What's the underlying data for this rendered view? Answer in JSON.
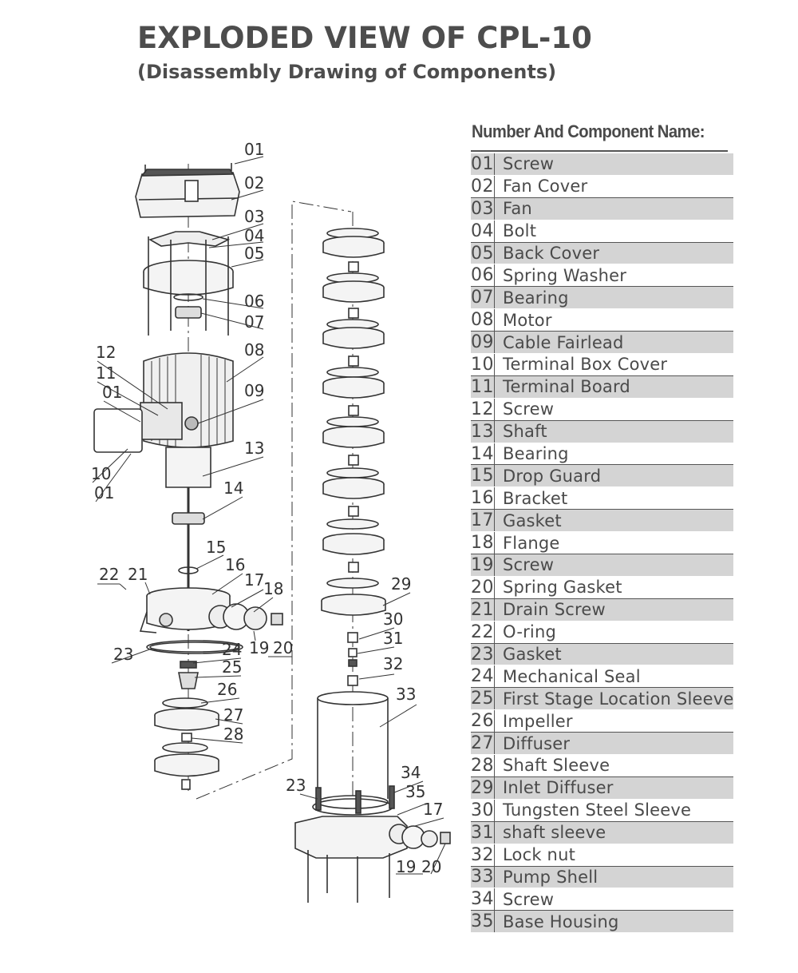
{
  "title": "EXPLODED VIEW OF CPL-10",
  "subtitle": "(Disassembly Drawing of Components)",
  "table": {
    "heading": "Number And Component Name:",
    "rows": [
      {
        "num": "01",
        "name": "Screw"
      },
      {
        "num": "02",
        "name": "Fan Cover"
      },
      {
        "num": "03",
        "name": "Fan"
      },
      {
        "num": "04",
        "name": "Bolt"
      },
      {
        "num": "05",
        "name": "Back Cover"
      },
      {
        "num": "06",
        "name": "Spring Washer"
      },
      {
        "num": "07",
        "name": "Bearing"
      },
      {
        "num": "08",
        "name": "Motor"
      },
      {
        "num": "09",
        "name": "Cable Fairlead"
      },
      {
        "num": "10",
        "name": "Terminal Box Cover"
      },
      {
        "num": "11",
        "name": "Terminal Board"
      },
      {
        "num": "12",
        "name": "Screw"
      },
      {
        "num": "13",
        "name": "Shaft"
      },
      {
        "num": "14",
        "name": "Bearing"
      },
      {
        "num": "15",
        "name": "Drop Guard"
      },
      {
        "num": "16",
        "name": "Bracket"
      },
      {
        "num": "17",
        "name": "Gasket"
      },
      {
        "num": "18",
        "name": "Flange"
      },
      {
        "num": "19",
        "name": "Screw"
      },
      {
        "num": "20",
        "name": "Spring Gasket"
      },
      {
        "num": "21",
        "name": "Drain Screw"
      },
      {
        "num": "22",
        "name": "O-ring"
      },
      {
        "num": "23",
        "name": "Gasket"
      },
      {
        "num": "24",
        "name": "Mechanical Seal"
      },
      {
        "num": "25",
        "name": "First Stage Location Sleeve"
      },
      {
        "num": "26",
        "name": "Impeller"
      },
      {
        "num": "27",
        "name": "Diffuser"
      },
      {
        "num": "28",
        "name": "Shaft Sleeve"
      },
      {
        "num": "29",
        "name": "Inlet Diffuser"
      },
      {
        "num": "30",
        "name": "Tungsten Steel Sleeve"
      },
      {
        "num": "31",
        "name": "shaft sleeve"
      },
      {
        "num": "32",
        "name": "Lock nut"
      },
      {
        "num": "33",
        "name": "Pump Shell"
      },
      {
        "num": "34",
        "name": "Screw"
      },
      {
        "num": "35",
        "name": "Base Housing"
      }
    ]
  },
  "callouts": {
    "c01a": "01",
    "c02": "02",
    "c03": "03",
    "c04": "04",
    "c05": "05",
    "c06": "06",
    "c07": "07",
    "c08": "08",
    "c09": "09",
    "c12": "12",
    "c11": "11",
    "c01b": "01",
    "c10": "10",
    "c01c": "01",
    "c13": "13",
    "c14": "14",
    "c15": "15",
    "c16": "16",
    "c22": "22",
    "c21": "21",
    "c17a": "17",
    "c18": "18",
    "c19a": "19",
    "c20a": "20",
    "c23a": "23",
    "c24": "24",
    "c25": "25",
    "c26": "26",
    "c27": "27",
    "c28": "28",
    "c29": "29",
    "c30": "30",
    "c31": "31",
    "c32": "32",
    "c33": "33",
    "c34": "34",
    "c35": "35",
    "c23b": "23",
    "c17b": "17",
    "c19b": "19",
    "c20b": "20"
  },
  "colors": {
    "text": "#4a4a4a",
    "row_shade": "#d4d4d4",
    "line": "#333333"
  }
}
